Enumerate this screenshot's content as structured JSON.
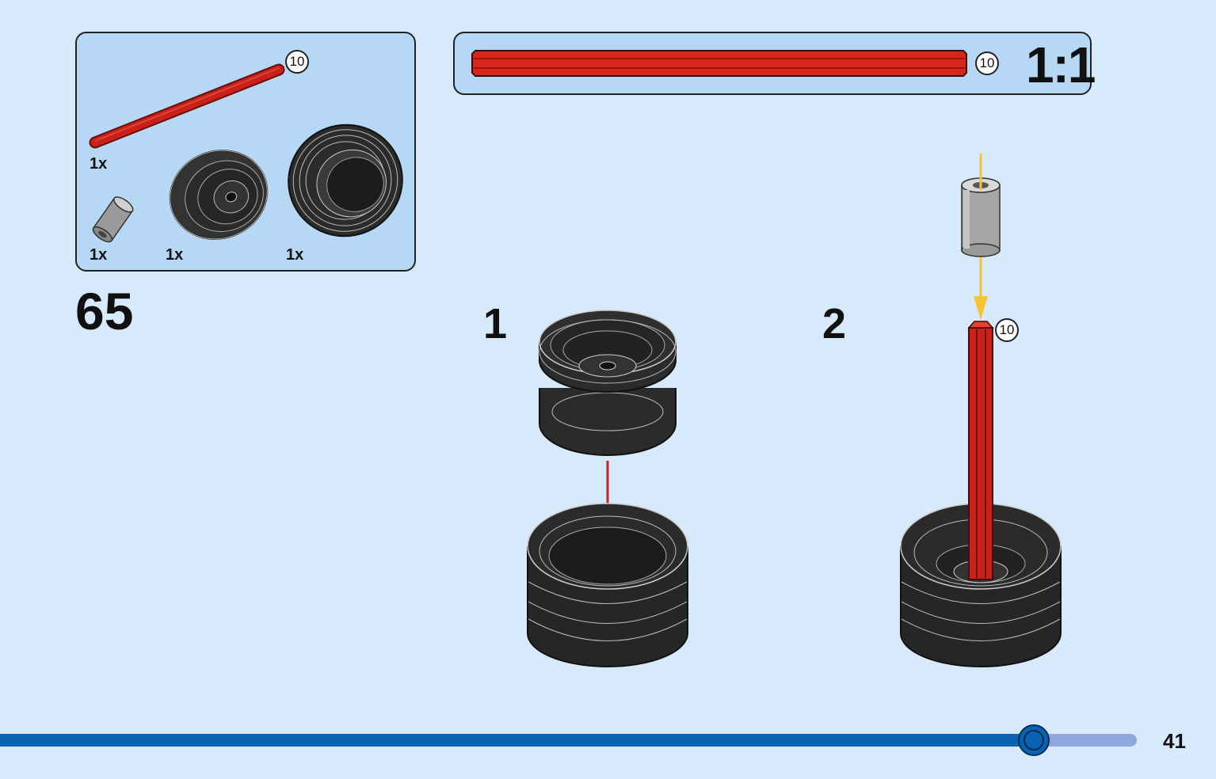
{
  "parts_list": {
    "items": [
      {
        "name": "axle-10",
        "quantity": "1x",
        "length_callout": "10"
      },
      {
        "name": "axle-connector",
        "quantity": "1x"
      },
      {
        "name": "wheel-hub",
        "quantity": "1x"
      },
      {
        "name": "tire",
        "quantity": "1x"
      }
    ]
  },
  "scale_box": {
    "length_callout": "10",
    "ratio_label": "1:1"
  },
  "step_number": "65",
  "sub_steps": [
    {
      "number": "1"
    },
    {
      "number": "2",
      "length_callout": "10"
    }
  ],
  "colors": {
    "background": "#d6eafb",
    "panel": "#b7d8f4",
    "axle_red": "#d32a1a",
    "arrow_yellow": "#f6c431",
    "progress_bar": "#0a62b3"
  },
  "progress": {
    "fraction": 0.85
  },
  "page_number": "41"
}
